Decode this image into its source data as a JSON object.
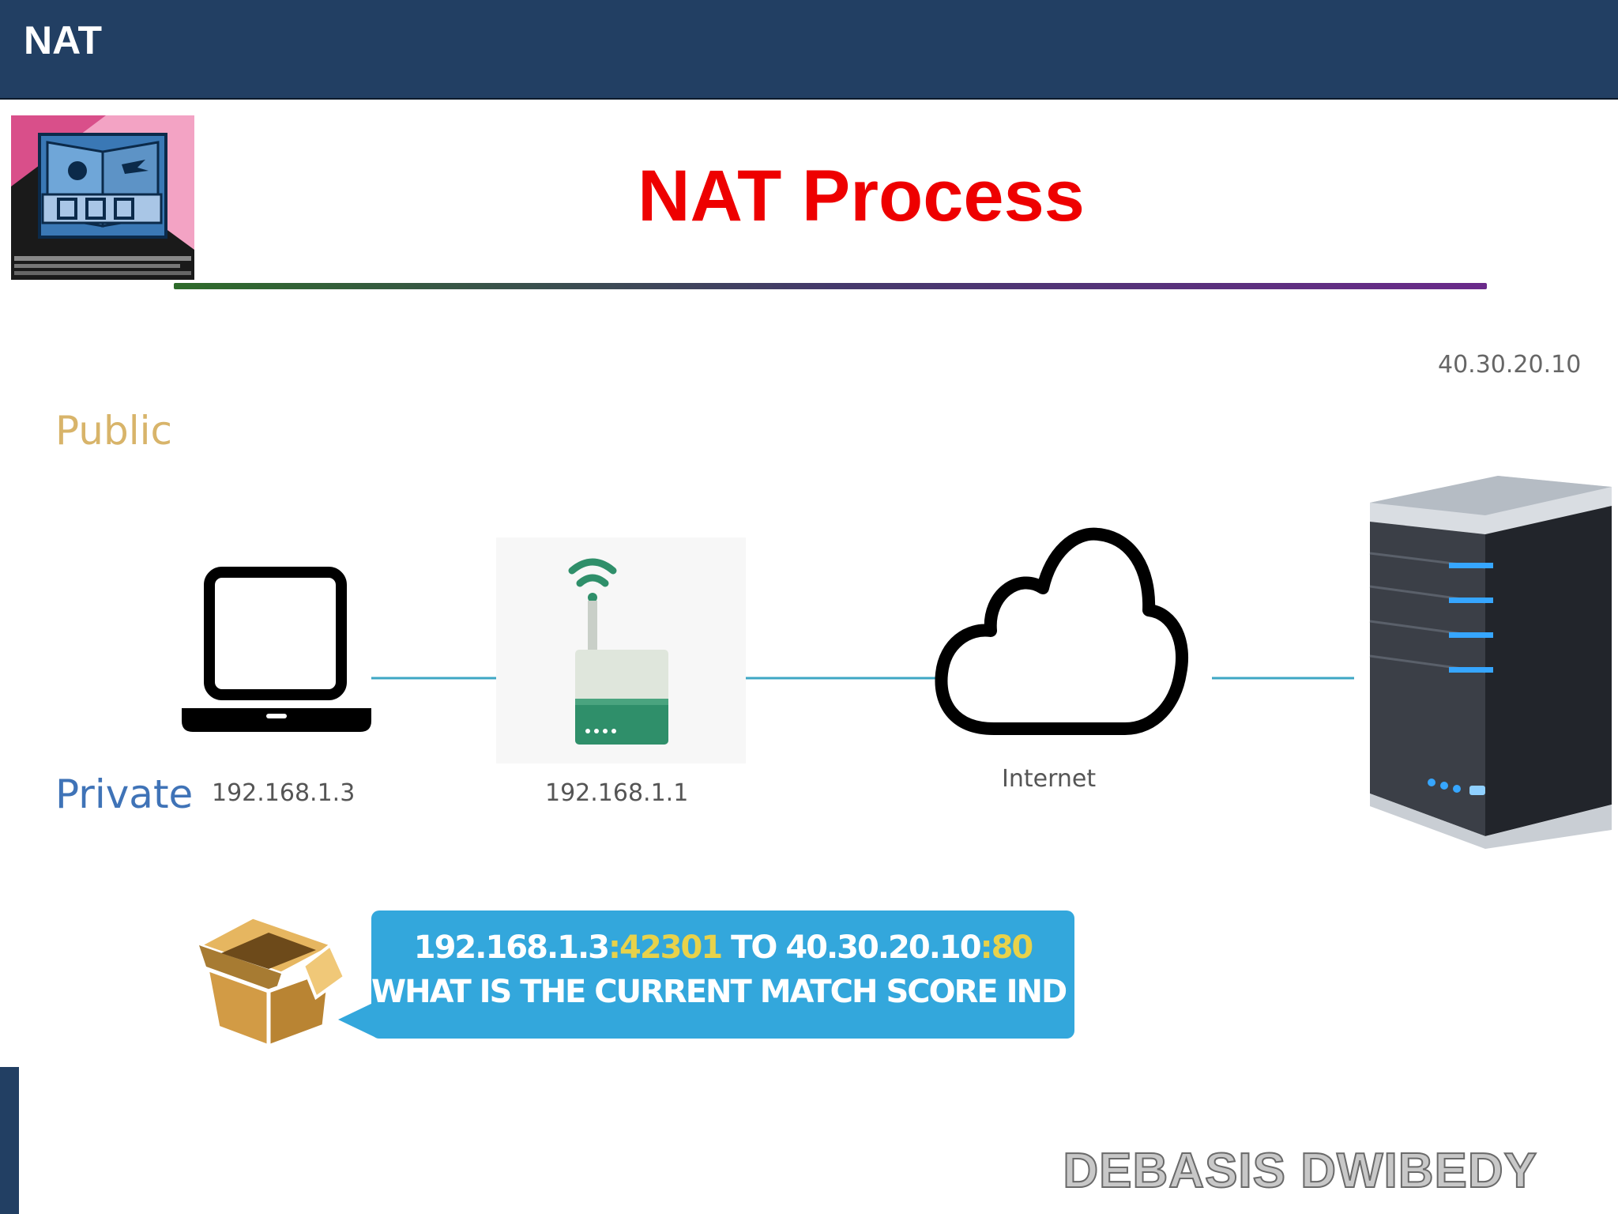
{
  "header": {
    "title": "NAT"
  },
  "slide": {
    "title": "NAT Process"
  },
  "zones": {
    "public": "Public",
    "private": "Private"
  },
  "nodes": {
    "laptop": {
      "ip": "192.168.1.3"
    },
    "router": {
      "ip": "192.168.1.1"
    },
    "internet": {
      "label": "Internet"
    },
    "server": {
      "ip": "40.30.20.10"
    }
  },
  "packet": {
    "src_ip": "192.168.1.3",
    "src_sep": ":",
    "src_port": "42301",
    "to": " TO ",
    "dst_ip": "40.30.20.10",
    "dst_sep": ":",
    "dst_port": "80",
    "message": "WHAT IS THE CURRENT MATCH SCORE IND VS AUS?"
  },
  "footer": {
    "author": "DEBASIS DWIBEDY"
  },
  "colors": {
    "header_bg": "#223f63",
    "title": "#ee0000",
    "public": "#d8b46a",
    "private": "#3f73b7",
    "link": "#3ea7c4",
    "bubble": "#33a7dc",
    "port_highlight": "#e8d24a",
    "router_green": "#2f8f6a"
  },
  "icons": [
    "laptop-icon",
    "wifi-router-icon",
    "cloud-icon",
    "server-icon",
    "package-box-icon",
    "logo-image"
  ]
}
